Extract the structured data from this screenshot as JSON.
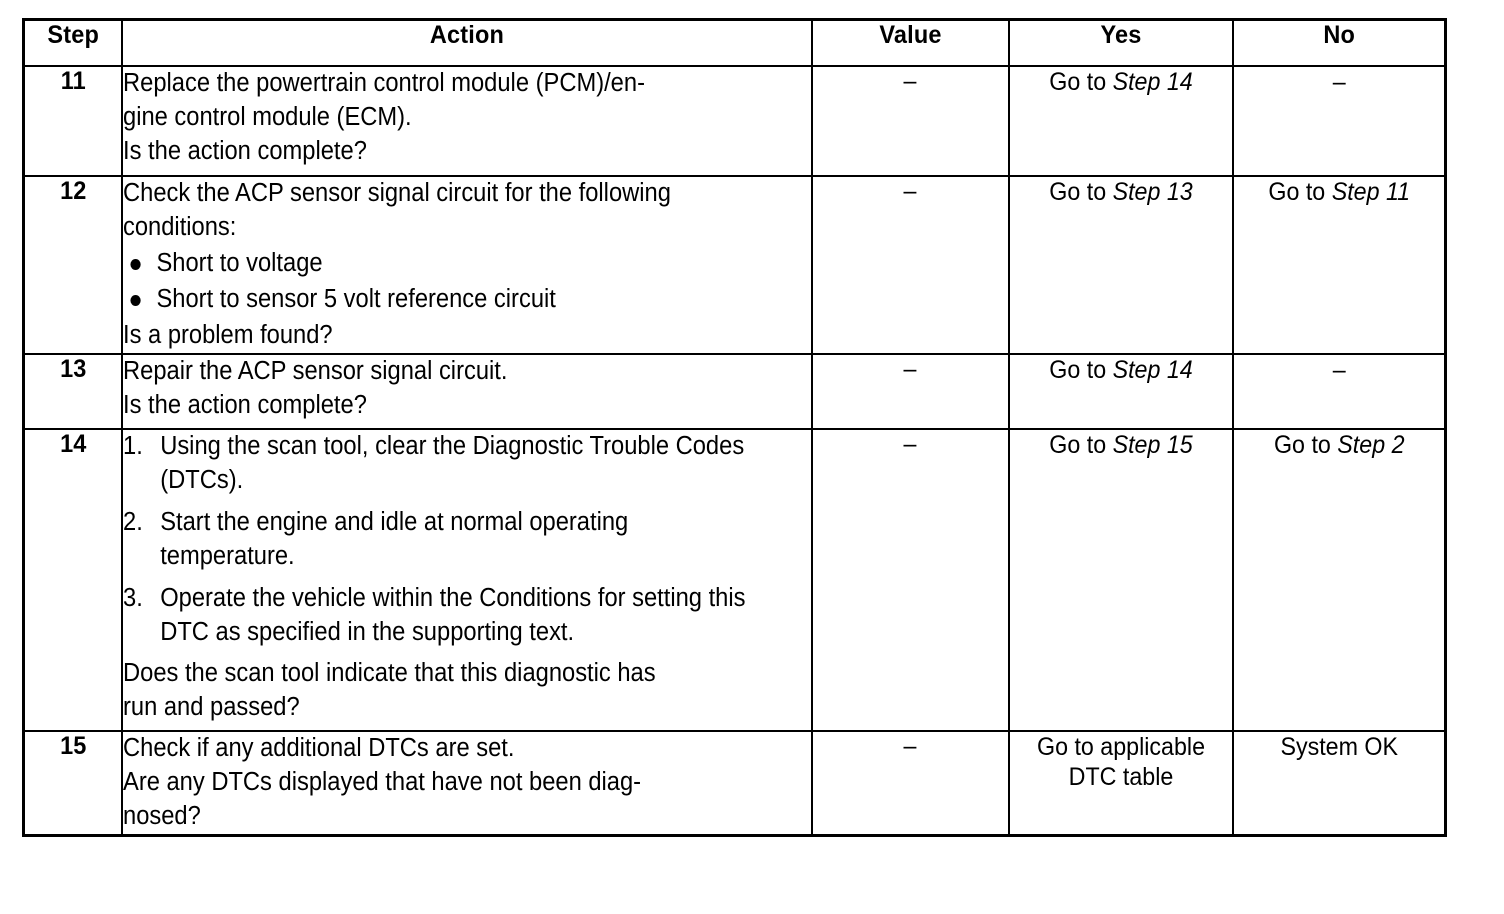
{
  "table": {
    "columns": [
      "Step",
      "Action",
      "Value",
      "Yes",
      "No"
    ],
    "rows": [
      {
        "step": "11",
        "action_lines": [
          "Replace the powertrain control module (PCM)/en-",
          "gine control module (ECM).",
          "Is the action complete?"
        ],
        "value": "–",
        "yes_prefix": "Go to ",
        "yes_ref": "Step 14",
        "no_prefix": "–",
        "no_ref": ""
      },
      {
        "step": "12",
        "action_lines": [
          "Check the ACP sensor signal circuit for the following",
          "conditions:"
        ],
        "bullets": [
          "Short to voltage",
          "Short to sensor 5 volt reference circuit"
        ],
        "action_tail": [
          "Is a problem found?"
        ],
        "value": "–",
        "yes_prefix": "Go to ",
        "yes_ref": "Step 13",
        "no_prefix": "Go to ",
        "no_ref": "Step 11"
      },
      {
        "step": "13",
        "action_lines": [
          "Repair the ACP sensor signal circuit.",
          "Is the action complete?"
        ],
        "value": "–",
        "yes_prefix": "Go to ",
        "yes_ref": "Step 14",
        "no_prefix": "–",
        "no_ref": ""
      },
      {
        "step": "14",
        "numbered": [
          {
            "num": "1.",
            "text": "Using the scan tool, clear the Diagnostic Trouble Codes (DTCs)."
          },
          {
            "num": "2.",
            "text": "Start the engine and idle at normal operating temperature."
          },
          {
            "num": "3.",
            "text": "Operate the vehicle within the Conditions for setting this DTC as specified in the supporting text."
          }
        ],
        "action_tail": [
          "Does the scan tool indicate that this diagnostic has",
          "run and passed?"
        ],
        "value": "–",
        "yes_prefix": "Go to ",
        "yes_ref": "Step 15",
        "no_prefix": "Go to ",
        "no_ref": "Step 2"
      },
      {
        "step": "15",
        "action_lines": [
          "Check if any additional DTCs are set.",
          "Are any DTCs displayed that have not been diag-",
          "nosed?"
        ],
        "value": "–",
        "yes_prefix": "Go to applicable",
        "yes_ref": "",
        "yes_line2": "DTC table",
        "no_prefix": "System OK",
        "no_ref": ""
      }
    ]
  }
}
